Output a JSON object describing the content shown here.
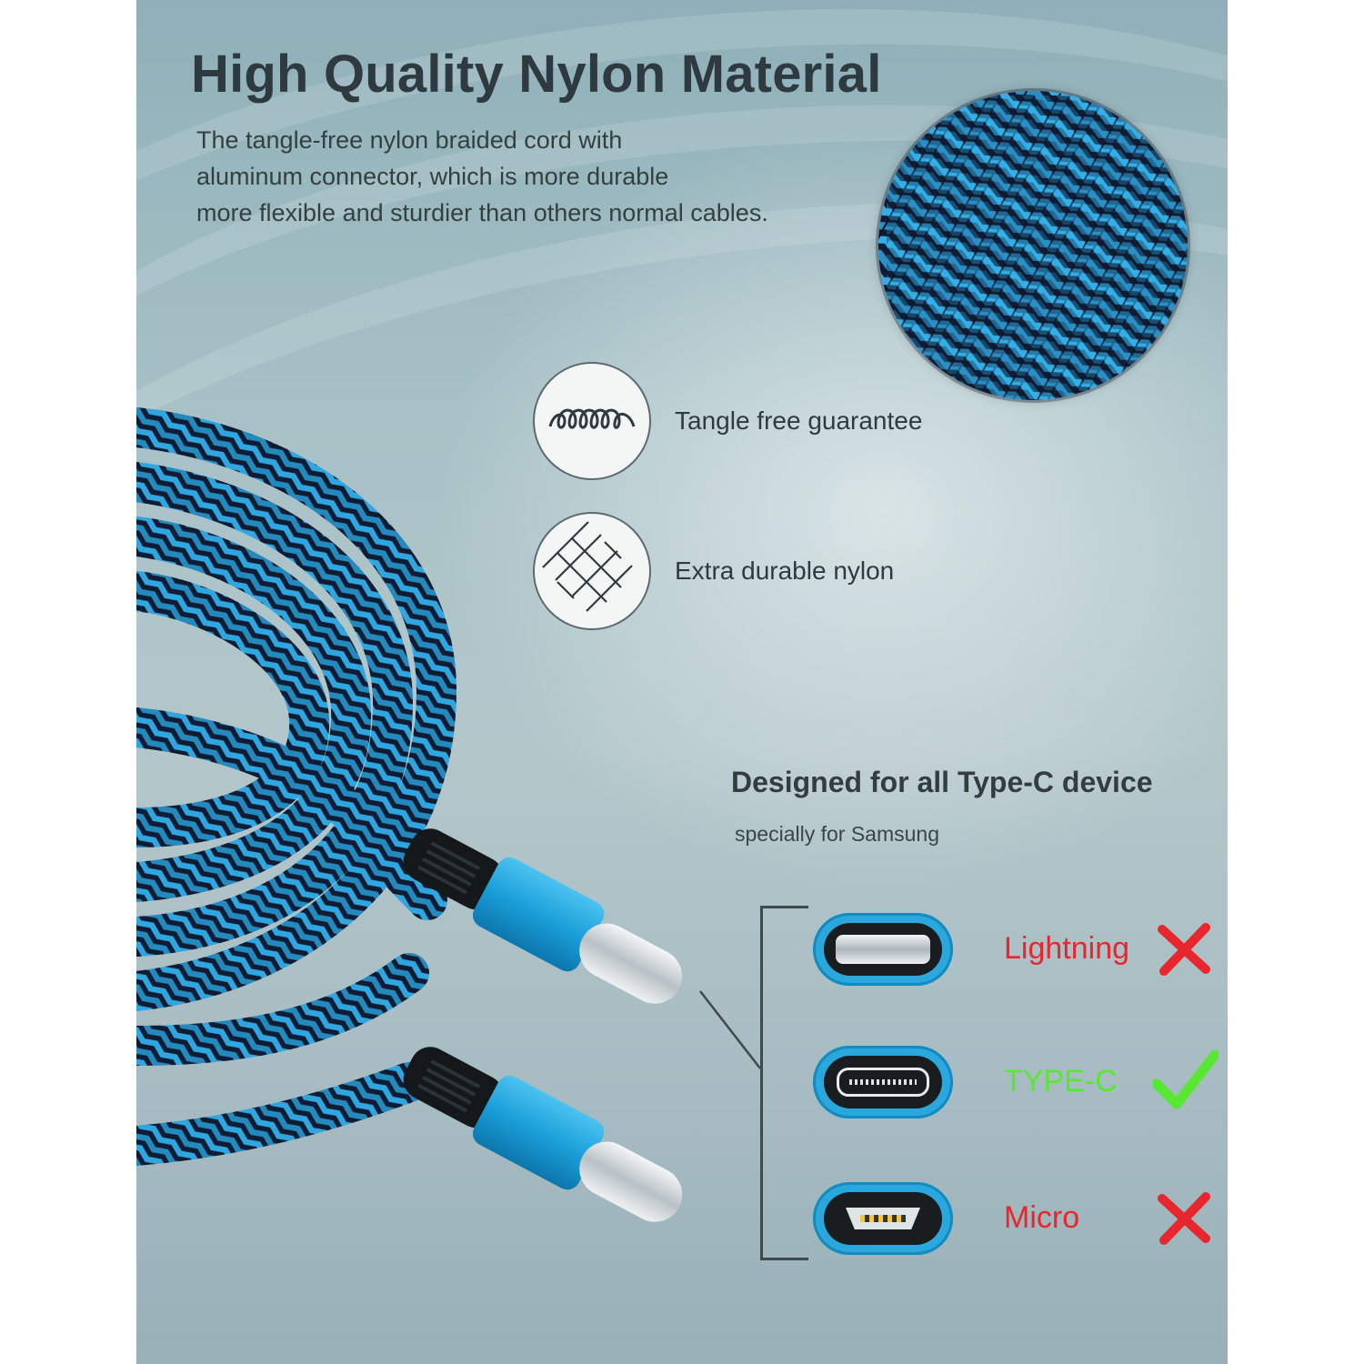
{
  "header": {
    "title": "High Quality Nylon Material",
    "description_lines": [
      "The tangle-free nylon braided cord with",
      "aluminum connector, which is more durable",
      "more flexible and sturdier than others normal cables."
    ]
  },
  "features": [
    {
      "label": "Tangle free guarantee",
      "icon": "coil-spring-icon"
    },
    {
      "label": "Extra durable nylon",
      "icon": "woven-pattern-icon"
    }
  ],
  "compatibility": {
    "title": "Designed for all Type-C device",
    "subtitle": "specially for Samsung",
    "ports": [
      {
        "label": "Lightning",
        "supported": false,
        "color": "#e8262d"
      },
      {
        "label": "TYPE-C",
        "supported": true,
        "color": "#58e833"
      },
      {
        "label": "Micro",
        "supported": false,
        "color": "#e8262d"
      }
    ]
  },
  "colors": {
    "braid_blue": "#2a9ed6",
    "braid_dark": "#0f1c33",
    "connector_blue": "#1a9fd9"
  }
}
